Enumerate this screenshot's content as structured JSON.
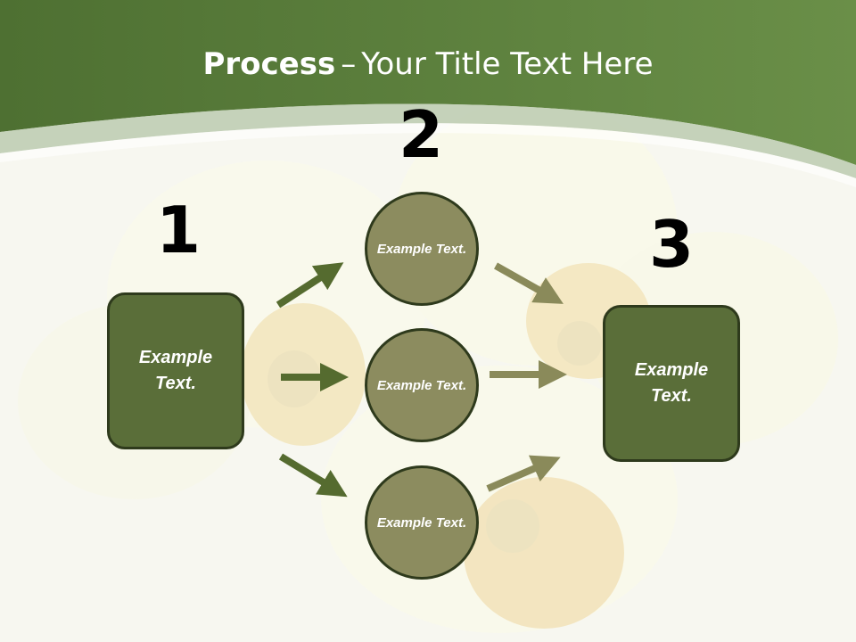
{
  "title": {
    "bold": "Process",
    "dash": "–",
    "rest": "Your Title Text Here"
  },
  "steps": {
    "one": "1",
    "two": "2",
    "three": "3"
  },
  "left_box": {
    "text": "Example Text."
  },
  "circles": [
    {
      "text": "Example Text."
    },
    {
      "text": "Example Text."
    },
    {
      "text": "Example Text."
    }
  ],
  "right_box": {
    "text": "Example Text."
  },
  "colors": {
    "header_green": "#5c7d3c",
    "box_fill": "#5a6e39",
    "circle_fill": "#8c8c5f",
    "arrow_dark": "#556b2f",
    "arrow_olive": "#8a8a5a"
  }
}
